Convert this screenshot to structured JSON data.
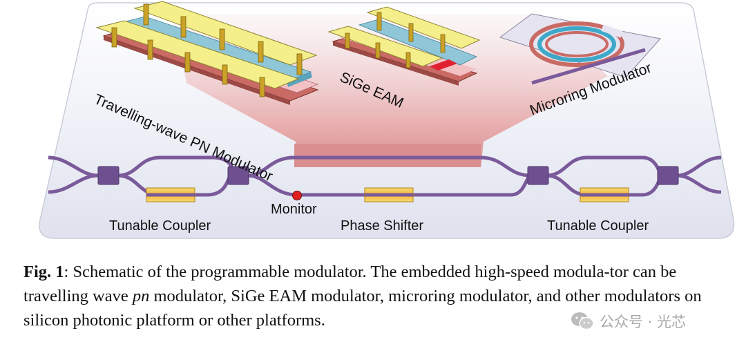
{
  "labels": {
    "travelling_wave": "Travelling-wave PN Modulator",
    "sige": "SiGe EAM",
    "microring": "Microring Modulator",
    "monitor": "Monitor",
    "tunable_coupler_left": "Tunable Coupler",
    "phase_shifter": "Phase Shifter",
    "tunable_coupler_right": "Tunable Coupler"
  },
  "caption": {
    "fig_label": "Fig. 1",
    "text_1": ": Schematic of the programmable modulator. The embedded high-speed modula-tor can be travelling wave ",
    "italic": "pn",
    "text_2": " modulator, SiGe EAM modulator, microring modulator, and other modulators on silicon photonic platform or other platforms."
  },
  "watermark": {
    "text": "公众号 · 光芯"
  },
  "colors": {
    "waveguide": "#7a5a9a",
    "coupler": "#6e4f90",
    "heater": "#f2c94c",
    "electrode": "#f4ef8a",
    "pillar": "#c9a227",
    "substrate_red": "#c96a64",
    "blue_layer": "#8fc7d8",
    "pink_layer": "#f0b8c0",
    "monitor": "#e02020",
    "platform": "#eceef6"
  }
}
